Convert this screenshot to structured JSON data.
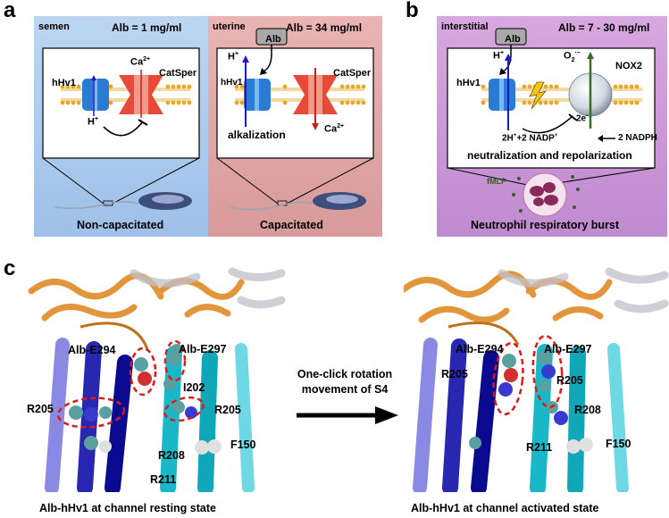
{
  "panel_a": {
    "label": "a",
    "left": {
      "site": "semen",
      "alb": "Alb = 1 mg/ml",
      "hhv1": "hHv1",
      "ca": "Ca",
      "ca_sup": "2+",
      "catsper": "CatSper",
      "h": "H",
      "h_sup": "+",
      "caption": "Non-capacitated"
    },
    "right": {
      "site": "uterine",
      "alb": "Alb = 34 mg/ml",
      "alb_box": "Alb",
      "h": "H",
      "h_sup": "+",
      "hhv1": "hHv1",
      "catsper": "CatSper",
      "ca": "Ca",
      "ca_sup": "2+",
      "note": "alkalization",
      "caption": "Capacitated"
    },
    "colors": {
      "left_bg": "#a8c8ec",
      "right_bg": "#e4a4a4"
    }
  },
  "panel_b": {
    "label": "b",
    "site": "interstitial",
    "alb": "Alb = 7 - 30 mg/ml",
    "alb_box": "Alb",
    "h": "H",
    "h_sup": "+",
    "hhv1": "hHv1",
    "o2": "O",
    "o2_sub": "2",
    "o2_sup": "·−",
    "nox2": "NOX2",
    "e": "2e",
    "e_sup": "-",
    "reaction_left": "2H",
    "reaction_left_sup": "+",
    "reaction_mid": "+2 NADP",
    "reaction_mid_sup": "+",
    "reaction_right": "2 NADPH",
    "note": "neutralization and repolarization",
    "fmlp": "fMLP",
    "caption": "Neutrophil respiratory burst",
    "colors": {
      "bg": "#cc9ad6"
    }
  },
  "panel_c": {
    "label": "c",
    "left": {
      "residues": [
        "Alb-E294",
        "Alb-E297",
        "I202",
        "R205",
        "R205",
        "F150",
        "R208",
        "R211"
      ],
      "caption": "Alb-hHv1 at channel resting state"
    },
    "arrow_text": [
      "One-click rotation",
      "movement of S4"
    ],
    "right": {
      "residues": [
        "Alb-E294",
        "Alb-E297",
        "R205",
        "R205",
        "R208",
        "R211",
        "F150"
      ],
      "caption": "Alb-hHv1 at channel activated state"
    }
  }
}
